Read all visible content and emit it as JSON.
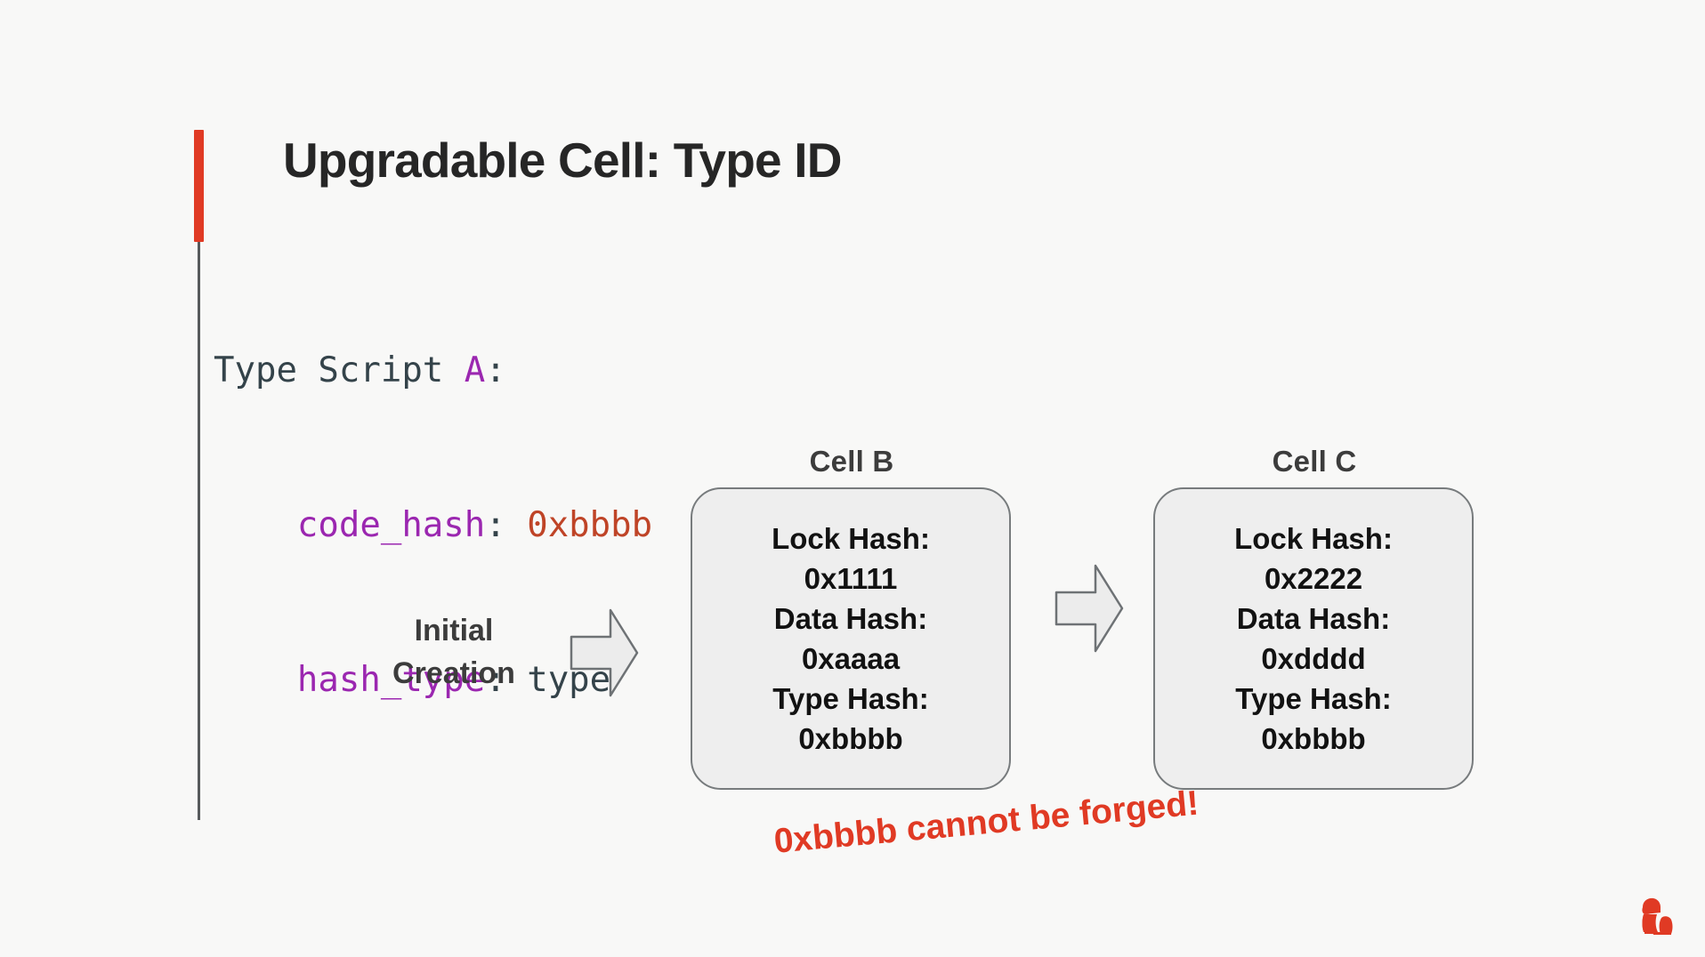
{
  "slide": {
    "title": "Upgradable Cell: Type ID",
    "background_color": "#f8f8f7",
    "accent_color": "#e03a24"
  },
  "code_block": {
    "lines": [
      {
        "indent": "",
        "segments": [
          {
            "text": "Type Script ",
            "token": "plain"
          },
          {
            "text": "A",
            "token": "ident"
          },
          {
            "text": ":",
            "token": "punct"
          }
        ]
      },
      {
        "indent": "    ",
        "segments": [
          {
            "text": "code_hash",
            "token": "key"
          },
          {
            "text": ": ",
            "token": "punct"
          },
          {
            "text": "0xbbbb",
            "token": "num"
          }
        ]
      },
      {
        "indent": "    ",
        "segments": [
          {
            "text": "hash_type",
            "token": "key"
          },
          {
            "text": ": ",
            "token": "punct"
          },
          {
            "text": "type",
            "token": "plain"
          }
        ]
      }
    ],
    "line1_prefix": "Type Script ",
    "line1_ident": "A",
    "line1_colon": ":",
    "line2_indent": "    ",
    "line2_key": "code_hash",
    "line2_sep": ": ",
    "line2_value": "0xbbbb",
    "line3_indent": "    ",
    "line3_key": "hash_type",
    "line3_sep": ": ",
    "line3_value": "type"
  },
  "flow": {
    "initial_step_label": "Initial\nCreation",
    "initial_step_line1": "Initial",
    "initial_step_line2": "Creation",
    "arrows": [
      {
        "name": "arrow-initial-to-b",
        "direction": "right"
      },
      {
        "name": "arrow-b-to-c",
        "direction": "right"
      }
    ],
    "cells": [
      {
        "title": "Cell B",
        "fields": [
          {
            "label": "Lock Hash:",
            "value": "0x1111"
          },
          {
            "label": "Data Hash:",
            "value": "0xaaaa"
          },
          {
            "label": "Type Hash:",
            "value": "0xbbbb"
          }
        ],
        "lock_label": "Lock Hash:",
        "lock_value": "0x1111",
        "data_label": "Data Hash:",
        "data_value": "0xaaaa",
        "type_label": "Type Hash:",
        "type_value": "0xbbbb"
      },
      {
        "title": "Cell C",
        "fields": [
          {
            "label": "Lock Hash:",
            "value": "0x2222"
          },
          {
            "label": "Data Hash:",
            "value": "0xdddd"
          },
          {
            "label": "Type Hash:",
            "value": "0xbbbb"
          }
        ],
        "lock_label": "Lock Hash:",
        "lock_value": "0x2222",
        "data_label": "Data Hash:",
        "data_value": "0xdddd",
        "type_label": "Type Hash:",
        "type_value": "0xbbbb"
      }
    ]
  },
  "annotation": {
    "text": "0xbbbb cannot be forged!",
    "color": "#e03a24"
  },
  "logo": {
    "name": "nervos-gorilla-logo",
    "color": "#e03a24"
  }
}
